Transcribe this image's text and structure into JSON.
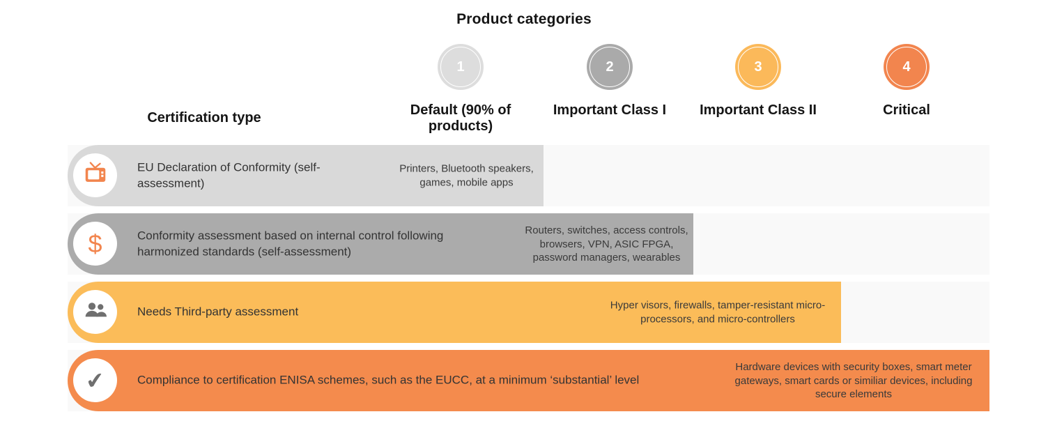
{
  "title": "Product categories",
  "certification_type_header": "Certification type",
  "columns": [
    {
      "number": "1",
      "label": "Default (90% of products)",
      "circle_color": "#DDDDDD"
    },
    {
      "number": "2",
      "label": "Important Class I",
      "circle_color": "#AAAAAA"
    },
    {
      "number": "3",
      "label": "Important Class II",
      "circle_color": "#FBB95A"
    },
    {
      "number": "4",
      "label": "Critical",
      "circle_color": "#F2854E"
    }
  ],
  "rows": [
    {
      "icon": "tv-icon",
      "label": "EU Declaration of Conformity (self-assessment)",
      "products": "Printers, Bluetooth speakers, games, mobile apps",
      "bar_color": "#D9D9D9",
      "applies_to": "Default (90% of products)"
    },
    {
      "icon": "dollar-icon",
      "icon_glyph": "$",
      "label": "Conformity assessment based on internal control following harmonized standards (self-assessment)",
      "products": "Routers, switches, access controls, browsers, VPN, ASIC FPGA, password managers, wearables",
      "bar_color": "#ABABAB",
      "applies_to": "Important Class I"
    },
    {
      "icon": "people-icon",
      "label": "Needs Third-party assessment",
      "products": "Hyper visors, firewalls, tamper-resistant micro-processors, and micro-controllers",
      "bar_color": "#FBBC59",
      "applies_to": "Important Class II"
    },
    {
      "icon": "check-icon",
      "icon_glyph": "✔",
      "label": "Compliance to certification ENISA schemes, such as the EUCC, at a minimum ‘substantial’ level",
      "products": "Hardware devices with security boxes, smart meter gateways, smart cards or similiar devices, including secure elements",
      "bar_color": "#F48B4D",
      "applies_to": "Critical"
    }
  ],
  "colors": {
    "track": "#F9F9F9",
    "icon_orange": "#F2854E",
    "icon_gray": "#6F6F6F",
    "heading_text": "#151515",
    "body_text": "#3A3A3A"
  }
}
